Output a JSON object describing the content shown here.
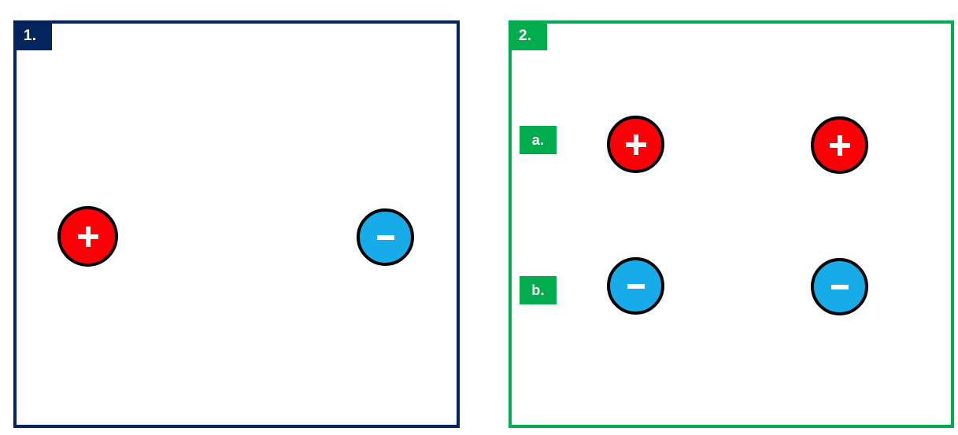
{
  "colors": {
    "panel1_border": "#04245d",
    "panel2_border": "#00ac4e",
    "positive_fill": "#fb0007",
    "negative_fill": "#17abe9",
    "charge_outline": "#000000",
    "sign_color": "#ffffff",
    "tag_text": "#ffffff",
    "background": "#ffffff"
  },
  "panels": [
    {
      "tag": "1.",
      "charges": [
        {
          "label": "+",
          "type": "positive"
        },
        {
          "label": "–",
          "type": "negative"
        }
      ]
    },
    {
      "tag": "2.",
      "rows": [
        {
          "tag": "a.",
          "charges": [
            {
              "label": "+",
              "type": "positive"
            },
            {
              "label": "+",
              "type": "positive"
            }
          ]
        },
        {
          "tag": "b.",
          "charges": [
            {
              "label": "–",
              "type": "negative"
            },
            {
              "label": "–",
              "type": "negative"
            }
          ]
        }
      ]
    }
  ]
}
